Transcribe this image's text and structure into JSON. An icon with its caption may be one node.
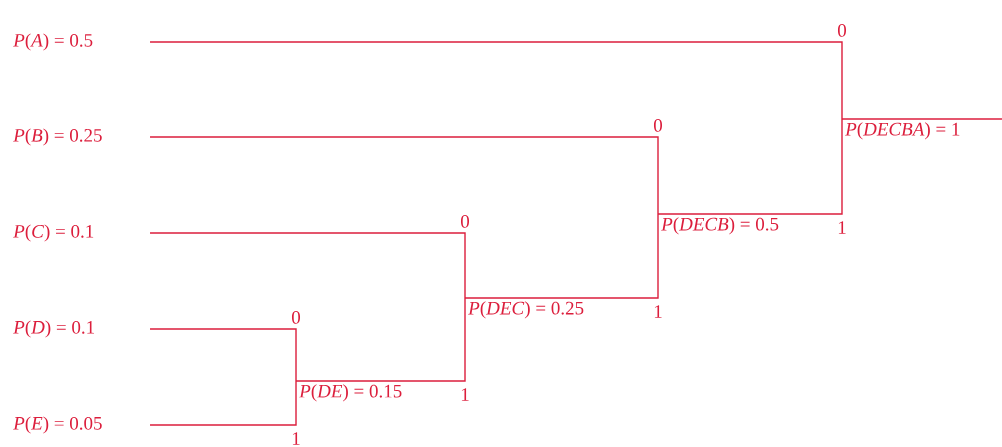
{
  "diagram": {
    "nodes": [
      {
        "text": [
          "*P*(*A*) = 0.5"
        ]
      },
      {
        "text": [
          "*P*(*B*) = 0.25"
        ]
      },
      {
        "text": [
          "*P*(*C*) = 0.1"
        ]
      },
      {
        "text": [
          "*P*(*D*) = 0.1"
        ]
      },
      {
        "text": [
          "*P*(*E*) = 0.05"
        ]
      },
      {
        "text": [
          "*P*(*DE*) = 0.15"
        ]
      },
      {
        "text": [
          "*P*(*DEC*) = 0.25"
        ]
      },
      {
        "text": [
          "*P*(*DECB*) = 0.5"
        ]
      },
      {
        "text": [
          "*P*(*DECBA*) = 1"
        ]
      }
    ],
    "edges": [
      {
        "from": 3,
        "to": 5,
        "arrow": "none",
        "label": "0"
      },
      {
        "from": 4,
        "to": 5,
        "arrow": "none",
        "label": "1"
      },
      {
        "from": 2,
        "to": 6,
        "arrow": "none",
        "label": "0"
      },
      {
        "from": 5,
        "to": 6,
        "arrow": "none",
        "label": "1"
      },
      {
        "from": 1,
        "to": 7,
        "arrow": "none",
        "label": "0"
      },
      {
        "from": 6,
        "to": 7,
        "arrow": "none",
        "label": "1"
      },
      {
        "from": 0,
        "to": 8,
        "arrow": "none",
        "label": "0"
      },
      {
        "from": 7,
        "to": 8,
        "arrow": "none",
        "label": "1"
      },
      {
        "from": 8,
        "to": null,
        "arrow": "none"
      }
    ]
  }
}
